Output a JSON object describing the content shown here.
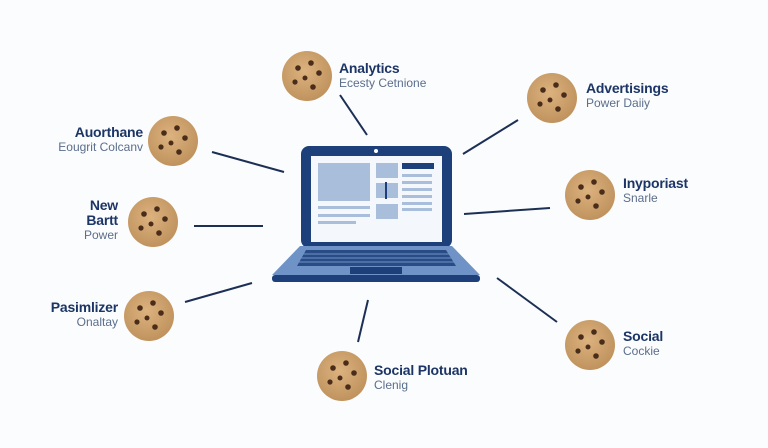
{
  "colors": {
    "navy": "#1d3f7a",
    "screen_blue": "#a9bedb",
    "cookie": "#cfa26c",
    "chip": "#4a2c1a",
    "line": "#1c2f55"
  },
  "center": {
    "icon": "laptop-icon"
  },
  "nodes": [
    {
      "title": "Analytics",
      "subtitle": "Ecesty Cetnione"
    },
    {
      "title": "Auorthane",
      "subtitle": "Eougrit Colcanv"
    },
    {
      "title": "New Bartt",
      "subtitle": "Power"
    },
    {
      "title": "Pasimlizer",
      "subtitle": "Onaltay"
    },
    {
      "title": "Social Plotuan",
      "subtitle": "Clenig"
    },
    {
      "title": "Social",
      "subtitle": "Cockie"
    },
    {
      "title": "Inyporiast",
      "subtitle": "Snarle"
    },
    {
      "title": "Advertisings",
      "subtitle": "Power Daiiy"
    }
  ]
}
